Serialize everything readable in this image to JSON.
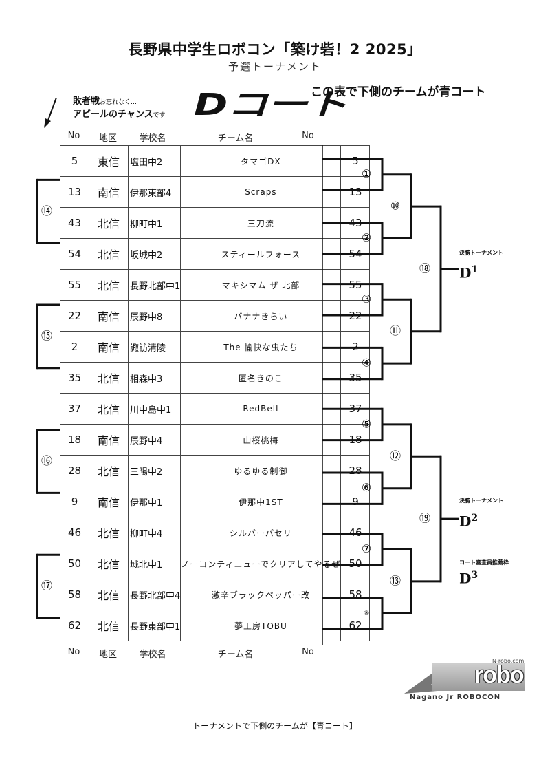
{
  "header": {
    "title": "長野県中学生ロボコン「築け砦！2 2025」",
    "subtitle": "予選トーナメント",
    "court_label": "Dコート",
    "notice_top": "この表で下側のチームが青コート",
    "appeal_line1_bold": "敗者戦",
    "appeal_line1_small": "お忘れなく…",
    "appeal_line2_bold": "アピールのチャンス",
    "appeal_line2_small": "です"
  },
  "columns": {
    "no": "No",
    "area": "地区",
    "school": "学校名",
    "team": "チーム名",
    "no_right": "No"
  },
  "teams": [
    {
      "no": "5",
      "area": "東信",
      "school": "塩田中2",
      "team": "タマゴDX"
    },
    {
      "no": "13",
      "area": "南信",
      "school": "伊那東部4",
      "team": "Scraps"
    },
    {
      "no": "43",
      "area": "北信",
      "school": "柳町中1",
      "team": "三刀流"
    },
    {
      "no": "54",
      "area": "北信",
      "school": "坂城中2",
      "team": "スティールフォース"
    },
    {
      "no": "55",
      "area": "北信",
      "school": "長野北部中1",
      "team": "マキシマム ザ 北部"
    },
    {
      "no": "22",
      "area": "南信",
      "school": "辰野中8",
      "team": "バナナきらい"
    },
    {
      "no": "2",
      "area": "南信",
      "school": "諏訪清陵",
      "team": "The 愉快な虫たち"
    },
    {
      "no": "35",
      "area": "北信",
      "school": "相森中3",
      "team": "匿名きのこ"
    },
    {
      "no": "37",
      "area": "北信",
      "school": "川中島中1",
      "team": "RedBell"
    },
    {
      "no": "18",
      "area": "南信",
      "school": "辰野中4",
      "team": "山桜桃梅"
    },
    {
      "no": "28",
      "area": "北信",
      "school": "三陽中2",
      "team": "ゆるゆる制御"
    },
    {
      "no": "9",
      "area": "南信",
      "school": "伊那中1",
      "team": "伊那中1ST"
    },
    {
      "no": "46",
      "area": "北信",
      "school": "柳町中4",
      "team": "シルバーパセリ"
    },
    {
      "no": "50",
      "area": "北信",
      "school": "城北中1",
      "team": "ノーコンティニューでクリアしてやるぜ"
    },
    {
      "no": "58",
      "area": "北信",
      "school": "長野北部中4",
      "team": "激辛ブラックペッパー改"
    },
    {
      "no": "62",
      "area": "北信",
      "school": "長野東部中1",
      "team": "夢工房TOBU"
    }
  ],
  "bracket": {
    "round1": [
      "①",
      "②",
      "③",
      "④",
      "⑤",
      "⑥",
      "⑦",
      "⑧"
    ],
    "round2": [
      "⑩",
      "⑪",
      "⑫",
      "⑬"
    ],
    "round3": [
      "⑱",
      "⑲"
    ],
    "losers": [
      "⑭",
      "⑮",
      "⑯",
      "⑰"
    ],
    "d1": {
      "label": "D",
      "sup": "1",
      "note": "決勝トーナメント"
    },
    "d2": {
      "label": "D",
      "sup": "2",
      "note": "決勝トーナメント"
    },
    "d3": {
      "label": "D",
      "sup": "3",
      "note": "コート審査員推薦枠"
    }
  },
  "logo": {
    "site": "N-robo.com",
    "name": "robo",
    "tagline": "Nagano Jr ROBOCON"
  },
  "footer_note": "トーナメントで下側のチームが【青コート】"
}
